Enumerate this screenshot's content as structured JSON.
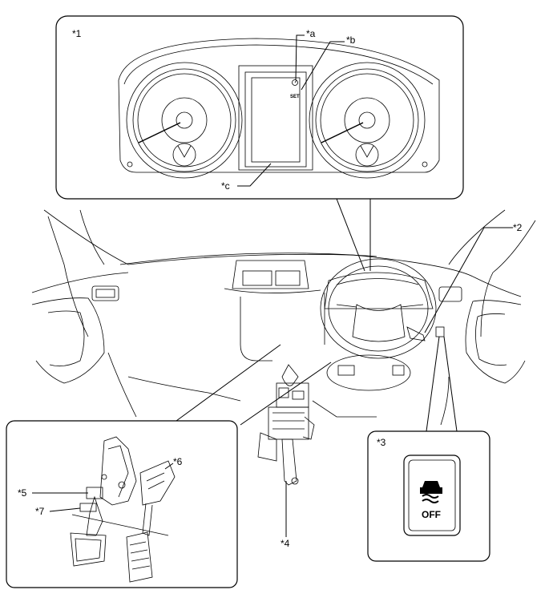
{
  "labels": {
    "cluster": "*1",
    "a": "*a",
    "b": "*b",
    "c": "*c",
    "lever": "*2",
    "switch": "*3",
    "column": "*4",
    "stop_switch": "*5",
    "accel_pedal": "*6",
    "pedal_sensor": "*7"
  },
  "cluster_icon_text": "SET",
  "switch_text": "OFF",
  "icons": [
    "vehicle-slip-off-icon",
    "cruise-set-indicator-icon"
  ]
}
